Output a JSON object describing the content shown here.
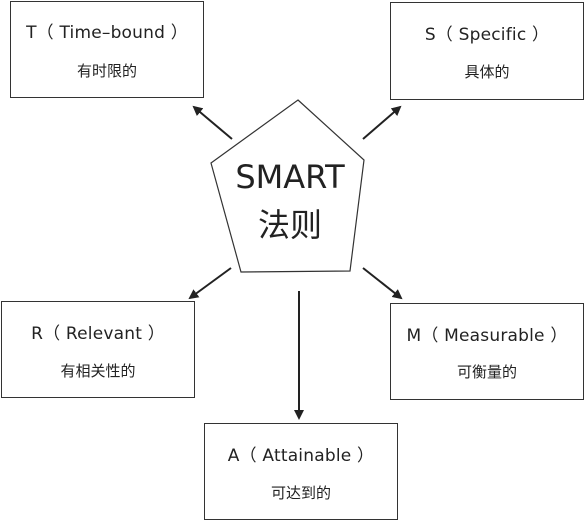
{
  "center": {
    "title": "SMART",
    "subtitle": "法则"
  },
  "nodes": [
    {
      "key": "T",
      "title": "T（ Time–bound ）",
      "subtitle": "有时限的"
    },
    {
      "key": "S",
      "title": "S（ Specific ）",
      "subtitle": "具体的"
    },
    {
      "key": "R",
      "title": "R（ Relevant ）",
      "subtitle": "有相关性的"
    },
    {
      "key": "M",
      "title": "M（ Measurable ）",
      "subtitle": "可衡量的"
    },
    {
      "key": "A",
      "title": "A（ Attainable ）",
      "subtitle": "可达到的"
    }
  ],
  "colors": {
    "stroke": "#333333",
    "text": "#222222",
    "background": "#ffffff"
  }
}
